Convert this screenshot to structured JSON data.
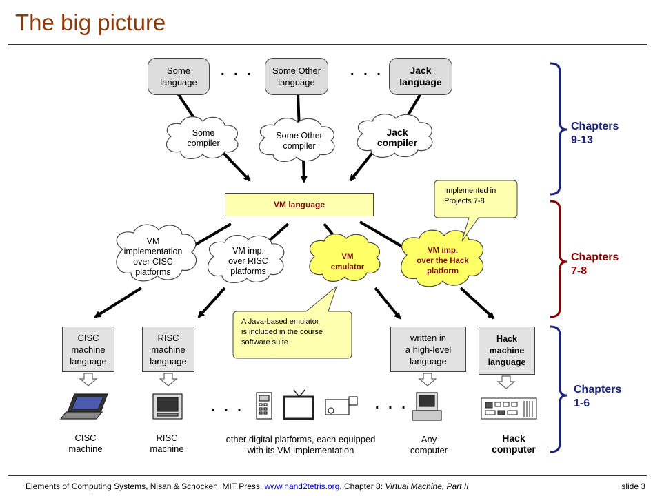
{
  "title": "The big picture",
  "languages": [
    {
      "text": "Some\nlanguage",
      "bold": false
    },
    {
      "text": "Some Other\nlanguage",
      "bold": false
    },
    {
      "text": "Jack\nlanguage",
      "bold": true
    }
  ],
  "compilers": [
    {
      "text": "Some\ncompiler",
      "bold": false
    },
    {
      "text": "Some Other\ncompiler",
      "bold": false
    },
    {
      "text": "Jack\ncompiler",
      "bold": true
    }
  ],
  "vm_language": "VM language",
  "vm_impls": [
    {
      "text": "VM\nimplementation\nover CISC\nplatforms"
    },
    {
      "text": "VM imp.\nover RISC\nplatforms"
    },
    {
      "text": "VM\nemulator"
    },
    {
      "text": "VM imp.\nover the Hack\nplatform"
    }
  ],
  "callouts": {
    "implemented": "Implemented in\nProjects 7-8",
    "emulator": "A Java-based emulator\nis included in the course\nsoftware suite"
  },
  "machine_languages": [
    {
      "text": "CISC\nmachine\nlanguage"
    },
    {
      "text": "RISC\nmachine\nlanguage"
    },
    {
      "text": "written in\na high-level\nlanguage"
    },
    {
      "text": "Hack\nmachine\nlanguage"
    }
  ],
  "platforms": [
    {
      "text": "CISC\nmachine"
    },
    {
      "text": "RISC\nmachine"
    },
    {
      "text": "other digital platforms, each equipped\nwith its VM implementation"
    },
    {
      "text": "Any\ncomputer"
    },
    {
      "text": "Hack\ncomputer"
    }
  ],
  "ellipsis": ". . .",
  "chapters": [
    {
      "text": "Chapters\n9-13",
      "color": "#1a237e"
    },
    {
      "text": "Chapters\n7-8",
      "color": "#8b0000"
    },
    {
      "text": "Chapters\n1-6",
      "color": "#1a237e"
    }
  ],
  "colors": {
    "title": "#8b3a0a",
    "vm_fill": "#ffffb0",
    "highlight_cloud": "#ffff66",
    "box_fill": "#dcdcdc"
  },
  "footer": {
    "prefix": "Elements of Computing Systems, Nisan & Schocken, MIT Press,",
    "link": "www.nand2tetris.org",
    "suffix_plain": ", Chapter 8: ",
    "suffix_italic": "Virtual Machine, Part II",
    "slide": "slide 3"
  }
}
